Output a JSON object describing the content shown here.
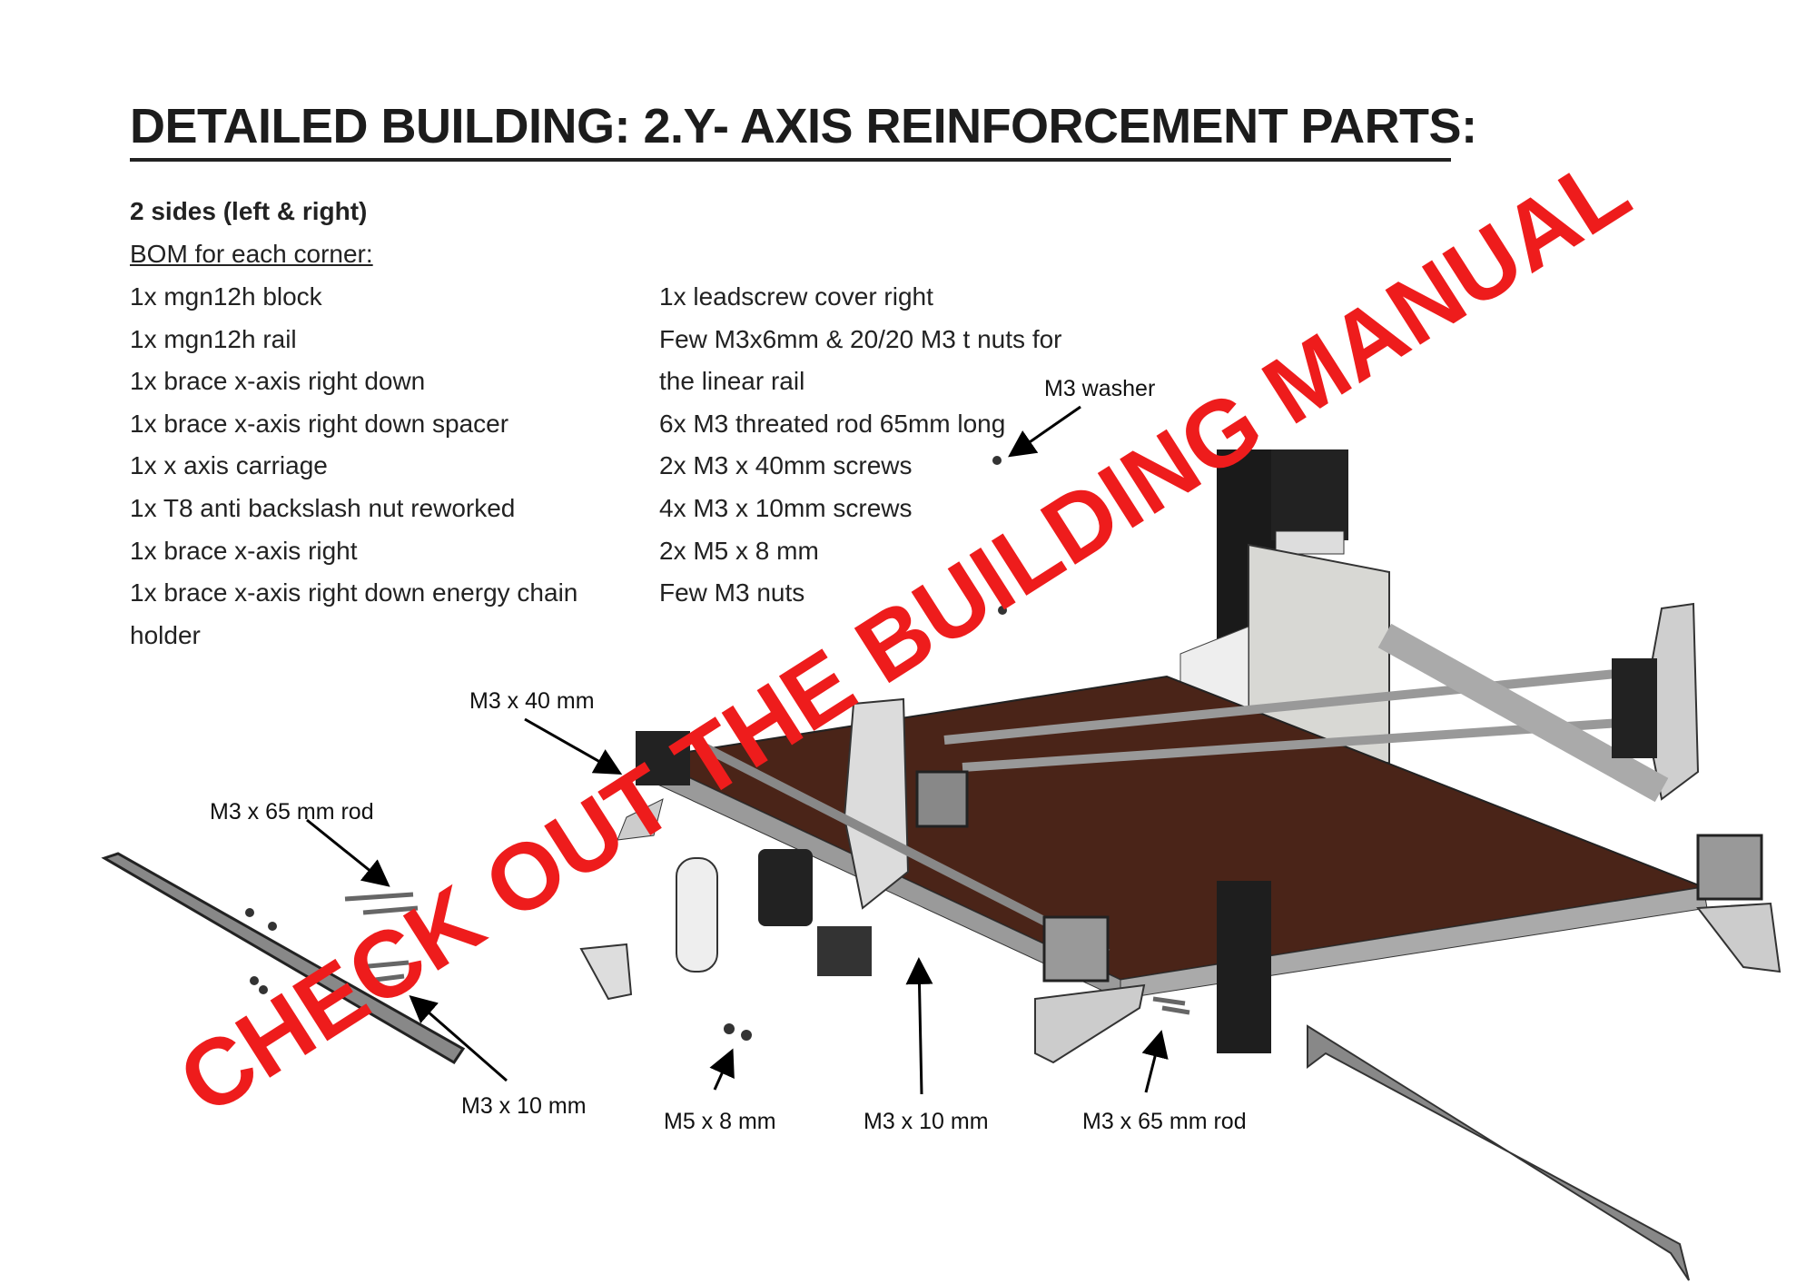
{
  "title": "DETAILED BUILDING: 2.Y- AXIS REINFORCEMENT PARTS:",
  "subtitle": "2 sides (left & right)",
  "bom_heading": "BOM for each corner:",
  "bom_left": [
    "1x mgn12h block",
    "1x mgn12h rail",
    "1x brace x-axis right down",
    "1x brace x-axis right down spacer",
    "1x x axis carriage",
    "1x T8 anti backslash nut reworked",
    "1x brace x-axis right",
    "1x brace x-axis right down energy chain",
    "holder"
  ],
  "bom_right": [
    "1x leadscrew cover right",
    "Few M3x6mm & 20/20 M3 t nuts for",
    "the linear rail",
    "6x M3 threated rod 65mm long",
    "2x M3 x 40mm screws",
    "4x M3 x 10mm screws",
    "2x M5 x 8 mm",
    "Few M3 nuts"
  ],
  "callouts": {
    "washer": "M3 washer",
    "m3x40": "M3 x 40 mm",
    "rod_left": "M3 x 65 mm rod",
    "m3x10_left": "M3 x 10 mm",
    "m5x8": "M5 x 8 mm",
    "m3x10_center": "M3 x 10 mm",
    "rod_right": "M3 x 65 mm rod"
  },
  "watermark": "CHECK OUT THE BUILDING MANUAL",
  "colors": {
    "watermark": "#ee1c1c",
    "bed": "#4a2418",
    "frame": "#b9b9b9"
  }
}
